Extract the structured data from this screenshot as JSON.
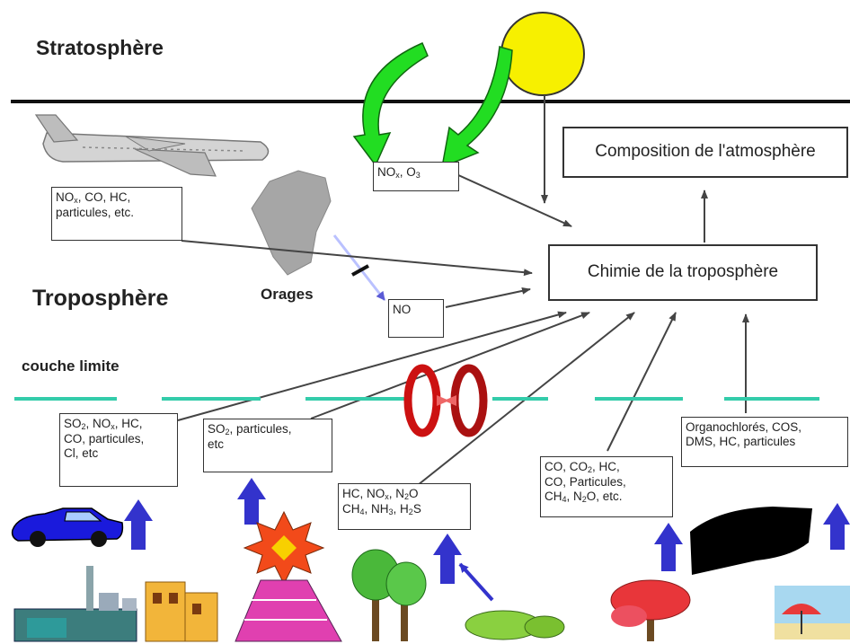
{
  "layers": {
    "stratosphere": "Stratosphère",
    "troposphere": "Troposphère",
    "boundary_layer": "couche limite",
    "storms": "Orages"
  },
  "central": {
    "composition": "Composition de l'atmosphère",
    "chemistry": "Chimie de la troposphère"
  },
  "sources": {
    "aircraft": [
      "NOx, CO, HC,",
      "particules, etc."
    ],
    "stratospheric": "NOx, O3",
    "lightning": "NO",
    "transport": [
      "SO2, NOx, HC,",
      "CO, particules,",
      "Cl, etc"
    ],
    "volcano": [
      "SO2, particules,",
      "etc"
    ],
    "vegetation": [
      "HC, NOx, N2O",
      "CH4, NH3, H2S"
    ],
    "biomass_burning": [
      "CO, CO2, HC,",
      "CO, Particules,",
      "CH4, N2O, etc."
    ],
    "ocean": [
      "Organochlorés, COS,",
      "DMS, HC, particules"
    ]
  },
  "colors": {
    "sun": "#f7f000",
    "green_arrow": "#22dd22",
    "emission_arrow": "#3333cc",
    "boundary_dash": "#33ccaa",
    "cycle_arrow": "#cc1111"
  }
}
